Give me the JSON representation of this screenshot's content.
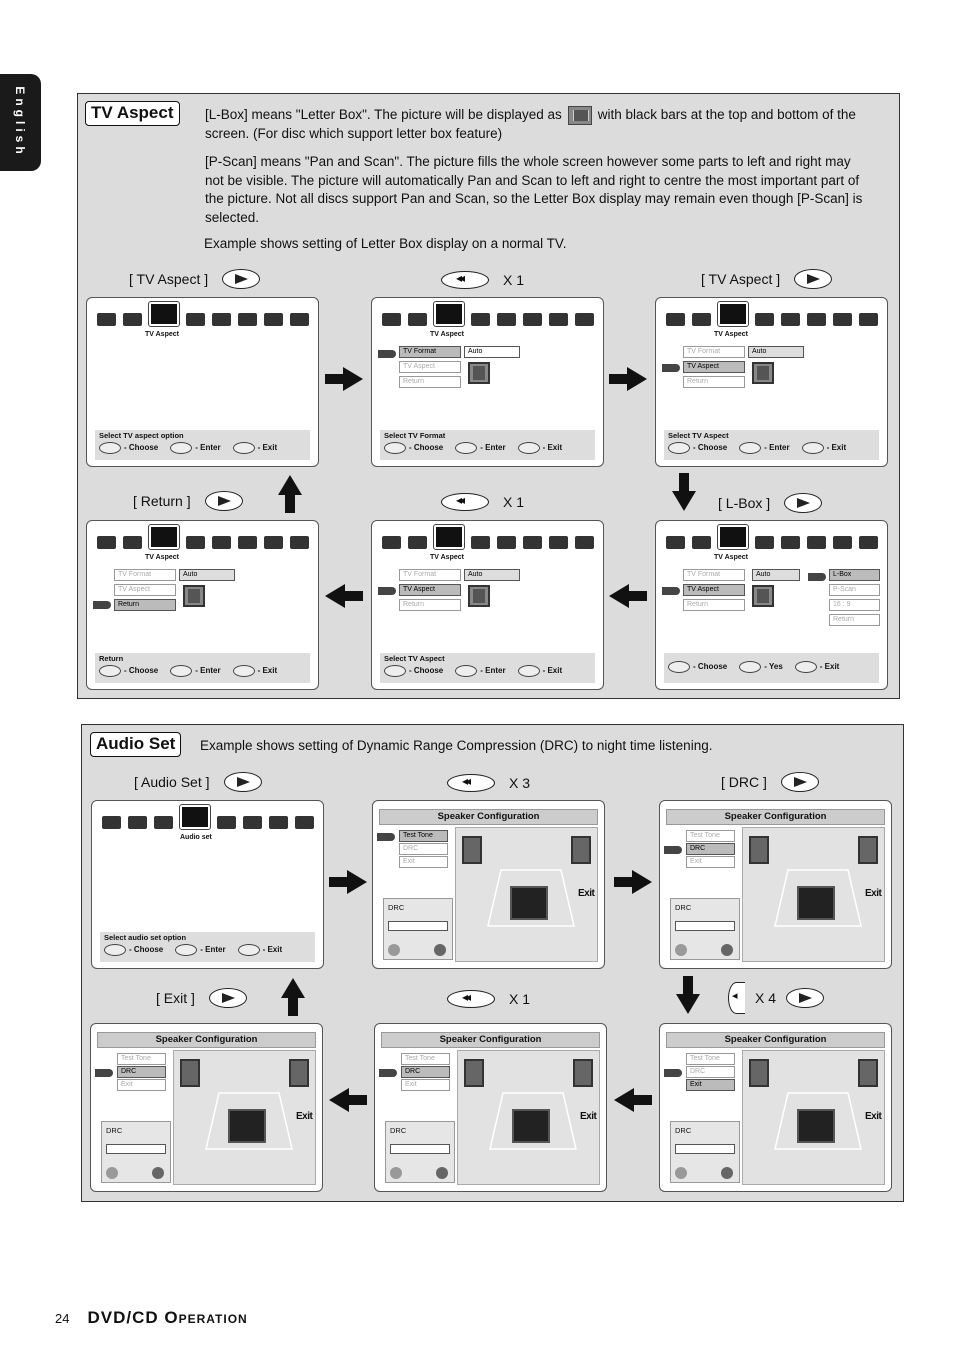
{
  "side_tab": "English",
  "tv": {
    "title": "TV Aspect",
    "desc1a": "[L-Box] means \"Letter Box\". The picture will be displayed as",
    "desc1b": "with black bars at the top and bottom of the screen. (For disc which support letter box feature)",
    "desc2": "[P-Scan] means \"Pan and Scan\". The picture fills the whole screen however some parts to left and right may not be visible. The picture will automatically Pan and Scan to left and right to centre the most important part of the picture. Not all discs support Pan and Scan, so the Letter Box display may remain even though [P-Scan] is selected.",
    "desc3": "Example shows setting of Letter Box display on a normal TV.",
    "step1": "[ TV Aspect ]",
    "step2": "X 1",
    "step3": "[ TV Aspect ]",
    "step4": "[ Return ]",
    "step5": "X 1",
    "step6": "[ L-Box ]",
    "menu_caption": "TV Aspect",
    "tv_format": "TV Format",
    "tv_aspect": "TV Aspect",
    "return": "Return",
    "auto": "Auto",
    "lbox": "L-Box",
    "pscan": "P-Scan",
    "wide": "16 : 9",
    "s1_status": "Select TV aspect option",
    "s2_status": "Select TV Format",
    "s3_status": "Select TV Aspect",
    "s4_status": "Return",
    "s5_status": "Select TV Aspect",
    "choose": "- Choose",
    "enter": "- Enter",
    "exit": "- Exit",
    "yes": "- Yes"
  },
  "audio": {
    "title": "Audio Set",
    "desc": "Example shows setting of Dynamic Range Compression (DRC) to night time listening.",
    "step1": "[ Audio Set ]",
    "step2": "X 3",
    "step3": "[ DRC ]",
    "step4": "[ Exit ]",
    "step5": "X 1",
    "step6": "X 4",
    "menu_caption": "Audio set",
    "status": "Select audio set option",
    "spk_title": "Speaker Configuration",
    "test_tone": "Test Tone",
    "drc": "DRC",
    "exit_item": "Exit",
    "exit_label": "Exit"
  },
  "footer": {
    "page": "24",
    "title": "DVD/CD Operation"
  }
}
